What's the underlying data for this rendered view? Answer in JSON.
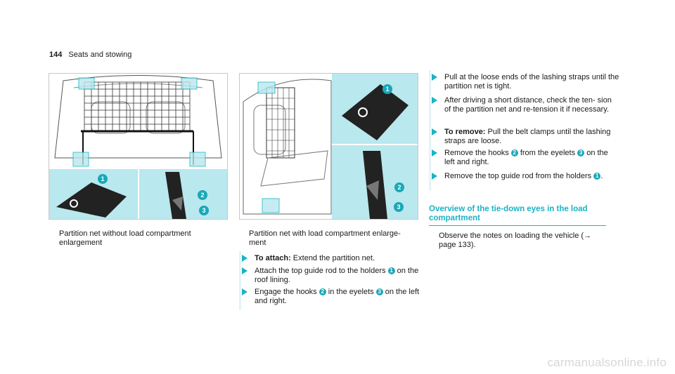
{
  "header": {
    "page_number": "144",
    "section": "Seats and stowing"
  },
  "figures": {
    "left": {
      "caption": "Partition net without load compartment enlargement"
    },
    "middle": {
      "caption": "Partition net with load compartment enlarge- ment"
    },
    "callouts": [
      "1",
      "2",
      "3"
    ]
  },
  "steps_middle": [
    {
      "label": "To attach:",
      "text": " Extend the partition net."
    },
    {
      "pre": "Attach the top guide rod to the holders ",
      "num": "1",
      "post": " on the roof lining."
    },
    {
      "pre": "Engage the hooks ",
      "num": "2",
      "mid": " in the eyelets ",
      "num2": "3",
      "post": " on the left and right."
    }
  ],
  "steps_right": [
    {
      "text": "Pull at the loose ends of the lashing straps until the partition net is tight."
    },
    {
      "text": "After driving a short distance, check the ten- sion of the partition net and re-tension it if necessary."
    },
    {
      "label": "To remove:",
      "text": " Pull the belt clamps until the lashing straps are loose."
    },
    {
      "pre": "Remove the hooks ",
      "num": "2",
      "mid": " from the eyelets ",
      "num2": "3",
      "post": " on the left and right."
    },
    {
      "pre": "Remove the top guide rod from the holders ",
      "num": "1",
      "post": "."
    }
  ],
  "section": {
    "title": "Overview of the tie-down eyes in the load compartment",
    "body": "Observe the notes on loading the vehicle (→ page 133)."
  },
  "footer": {
    "watermark": "carmanualsonline.info"
  },
  "colors": {
    "accent": "#1ab3c4",
    "inset": "#b9e8ee",
    "photo_bg": "#ffffff",
    "line": "#333333"
  }
}
